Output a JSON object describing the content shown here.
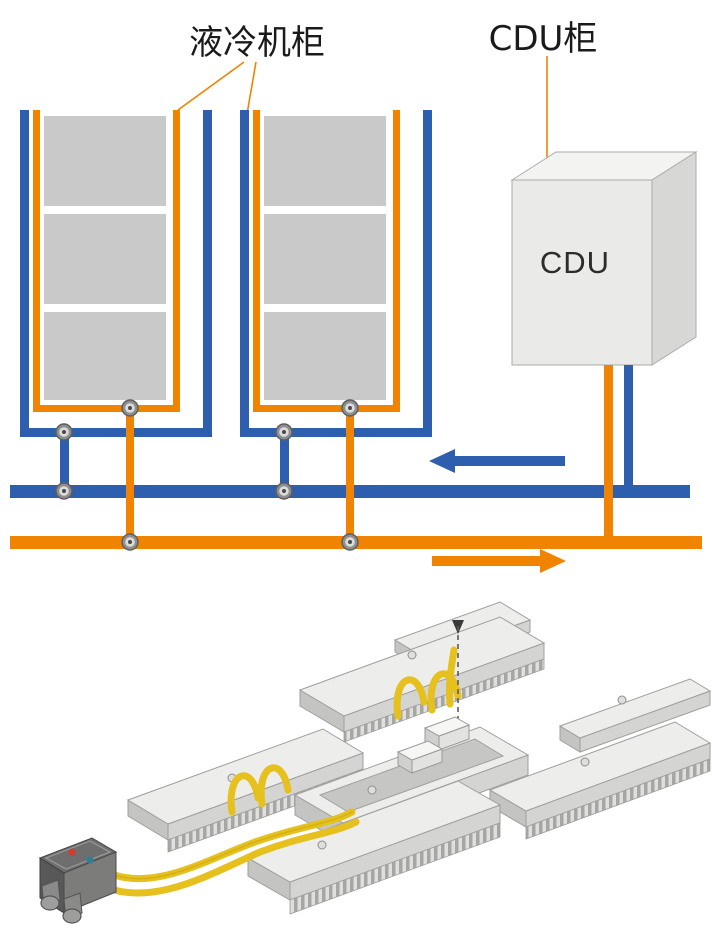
{
  "header_labels": {
    "liquid_cooling_cabinet": "液冷机柜",
    "cdu_cabinet": "CDU柜"
  },
  "cdu_box": {
    "label": "CDU"
  },
  "flow": {
    "blue_pipe_direction": "left",
    "orange_pipe_direction": "right"
  },
  "colors": {
    "pipe_blue": "#2E5FAE",
    "pipe_orange": "#F08300",
    "cabinet_fill": "#C9C9C9",
    "tube_yellow": "#E6C01C",
    "board_light": "#EDEDEB"
  }
}
